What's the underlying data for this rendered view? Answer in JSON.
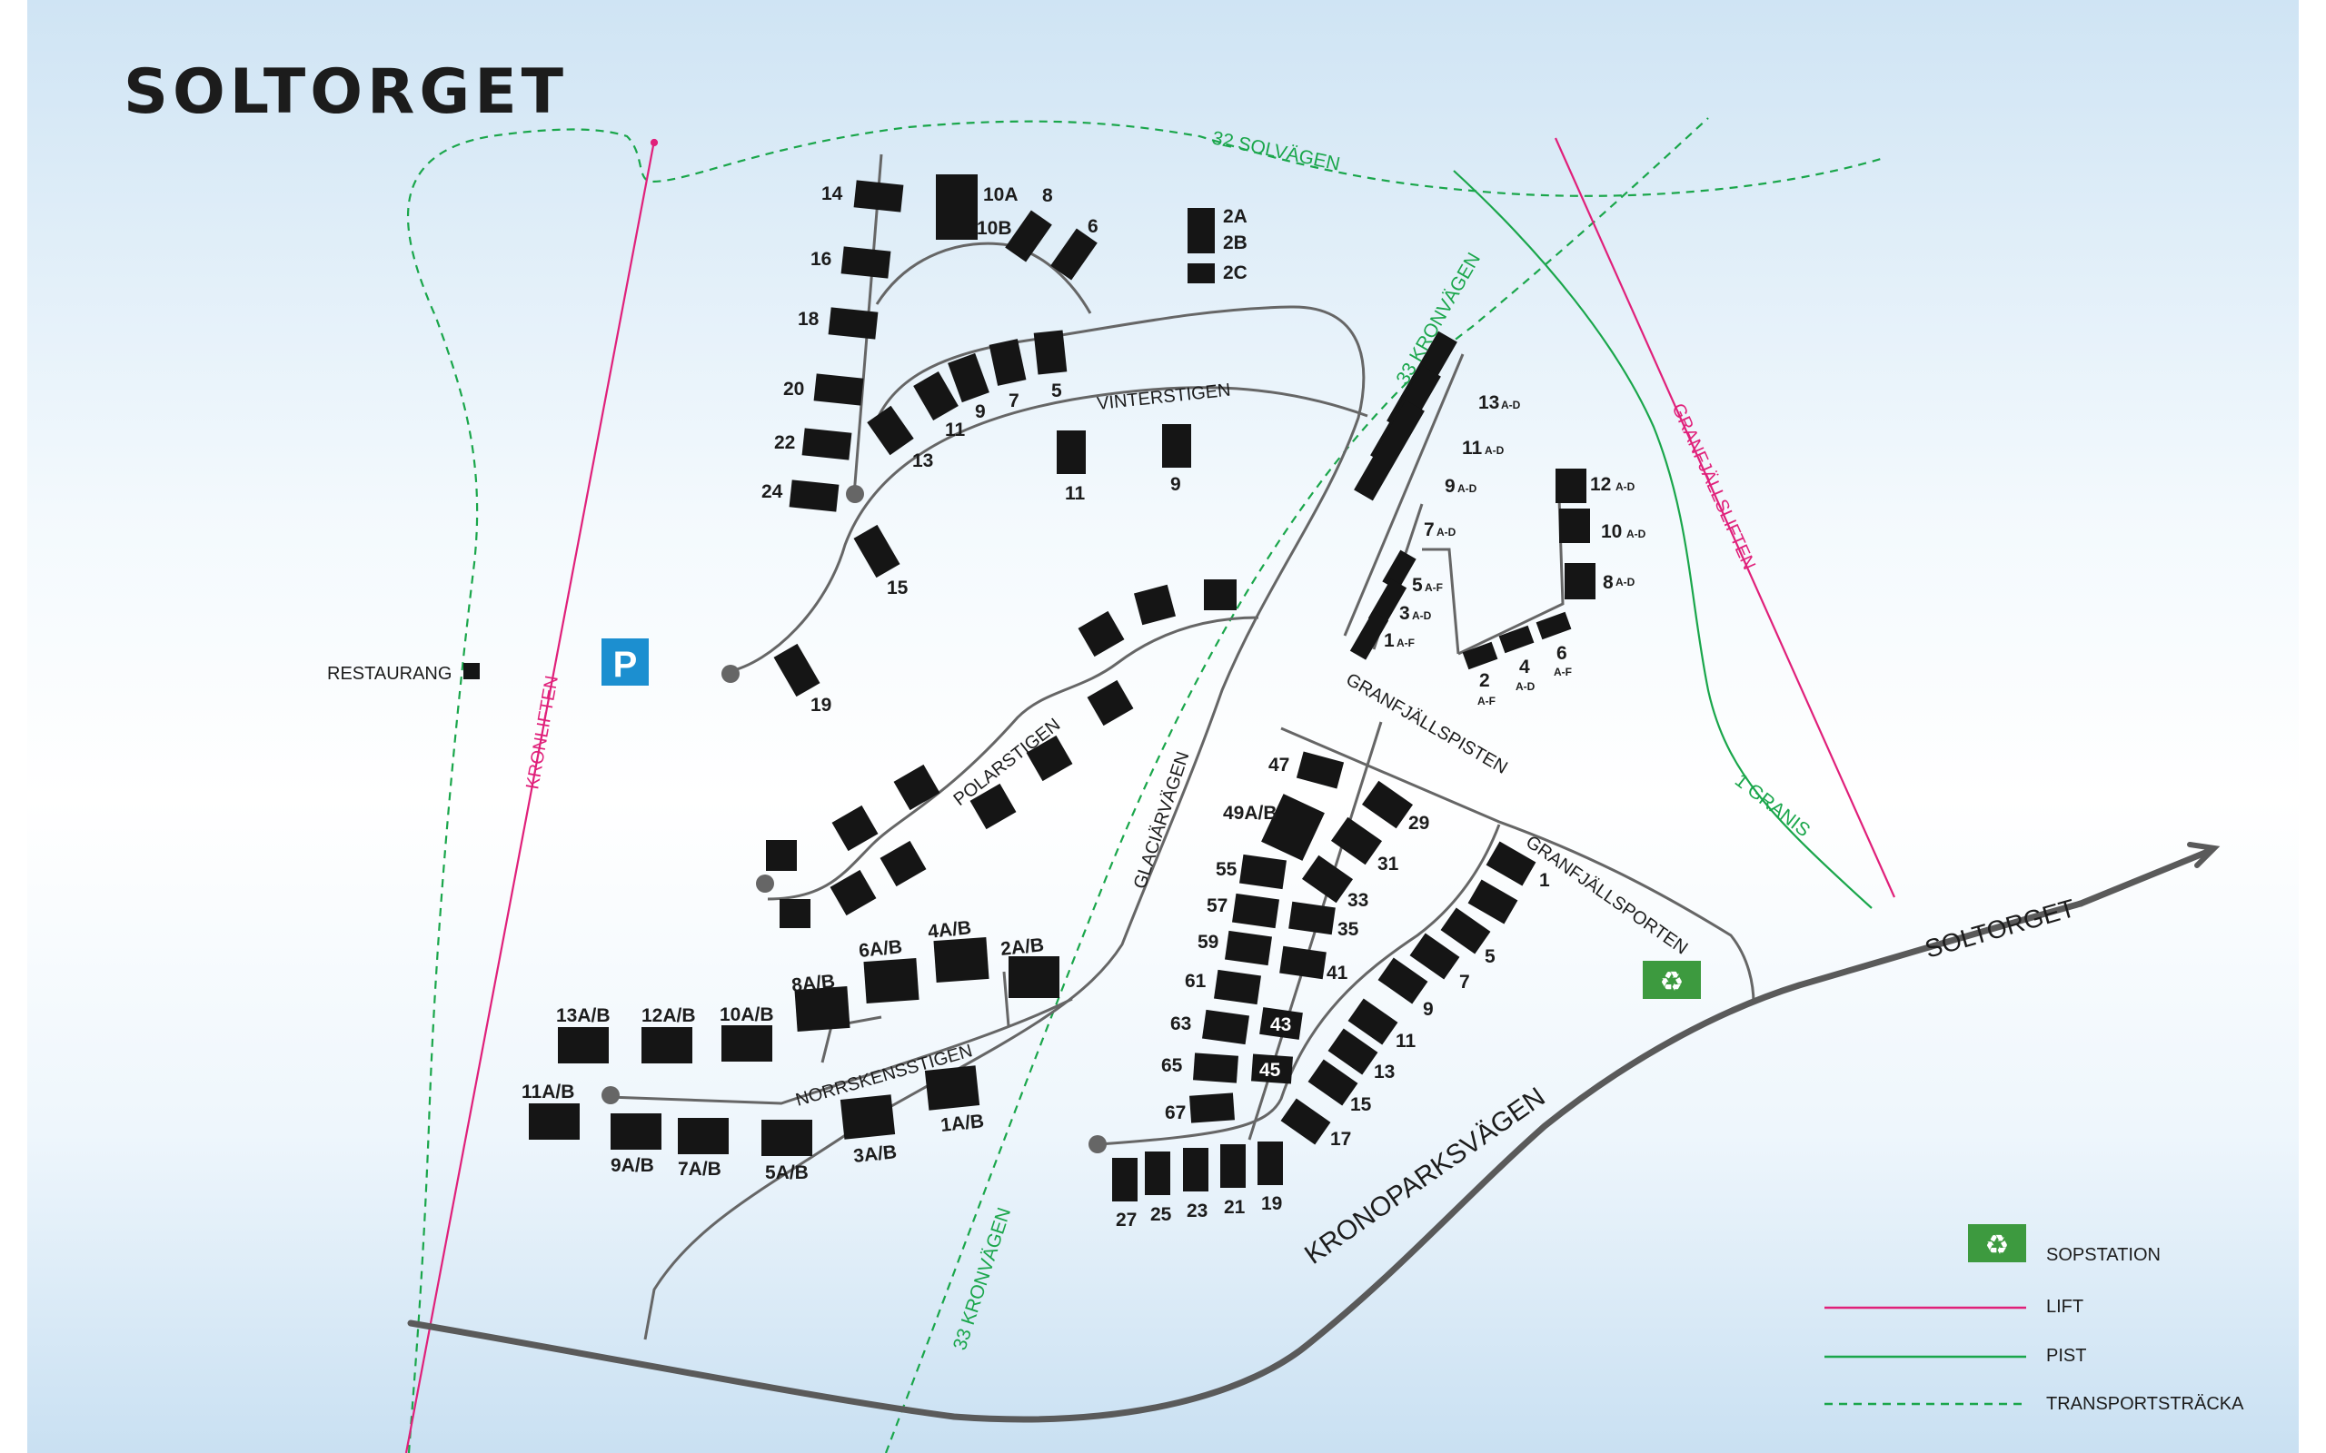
{
  "title": "SOLTORGET",
  "colors": {
    "lift": "#e0207a",
    "pist": "#1aa64b",
    "transport": "#1aa64b",
    "road": "#5a5a5a",
    "path": "#666666",
    "building": "#151515",
    "parking": "#1c8fd0",
    "recycling": "#3d9a3f",
    "sky": "#cfe4f4"
  },
  "places": {
    "restaurang": "RESTAURANG",
    "parking": "P"
  },
  "roads": {
    "kronoparksvagen": "KRONOPARKSVÄGEN",
    "soltorget": "SOLTORGET",
    "glacarvagen": "GLACIÄRVÄGEN",
    "vinterstigen": "VINTERSTIGEN",
    "polarstigen": "POLARSTIGEN",
    "norrskensstigen": "NORRSKENSSTIGEN",
    "granfjallspisten": "GRANFJÄLLSPISTEN",
    "granfjallsporten": "GRANFJÄLLSPORTEN"
  },
  "trails": {
    "kronvagen_north": "33 KRONVÄGEN",
    "kronvagen_south": "33 KRONVÄGEN",
    "solvagen": "32 SOLVÄGEN",
    "granis": "1 GRANIS",
    "kronliften": "KRONLIFTEN",
    "granfjallsliften": "GRANFJÄLLSLIFTEN"
  },
  "buildings": {
    "north": [
      "14",
      "16",
      "18",
      "20",
      "22",
      "24",
      "10A",
      "10B",
      "8",
      "6",
      "2A",
      "2B",
      "2C"
    ],
    "vinterstigen": [
      "13",
      "11",
      "9",
      "7",
      "5",
      "11",
      "9",
      "15",
      "19"
    ],
    "east": [
      "13",
      "A-D",
      "11",
      "A-D",
      "9",
      "A-D",
      "7",
      "A-D",
      "5",
      "A-F",
      "3",
      "A-D",
      "1",
      "A-F",
      "12",
      "A-D",
      "10",
      "A-D",
      "8",
      "A-D",
      "2",
      "A-F",
      "4",
      "A-D",
      "6",
      "A-F"
    ],
    "norrskensstigen": [
      "13A/B",
      "12A/B",
      "10A/B",
      "8A/B",
      "6A/B",
      "4A/B",
      "2A/B",
      "11A/B",
      "9A/B",
      "7A/B",
      "5A/B",
      "3A/B",
      "1A/B"
    ],
    "south_west_col": [
      "47",
      "49A/B",
      "55",
      "57",
      "59",
      "61",
      "63",
      "65",
      "67"
    ],
    "south_mid": [
      "29",
      "31",
      "33",
      "35",
      "41",
      "43",
      "45"
    ],
    "south_bottom": [
      "27",
      "25",
      "23",
      "21",
      "19"
    ],
    "south_east": [
      "1",
      "5",
      "7",
      "9",
      "11",
      "13",
      "15",
      "17"
    ]
  },
  "legend": [
    {
      "label": "SOPSTATION",
      "type": "icon"
    },
    {
      "label": "LIFT",
      "type": "lift"
    },
    {
      "label": "PIST",
      "type": "pist"
    },
    {
      "label": "TRANSPORTSTRÄCKA",
      "type": "transport"
    }
  ]
}
